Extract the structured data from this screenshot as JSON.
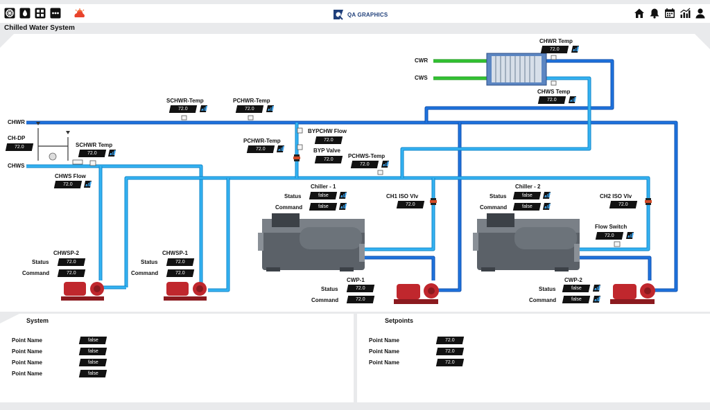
{
  "header": {
    "logo_text": "QA GRAPHICS",
    "left_icons": [
      "wheel-icon",
      "water-drop-icon",
      "grid-icon",
      "more-icon",
      "cloud-sun-icon"
    ],
    "right_icons": [
      "home-icon",
      "bell-icon",
      "calendar-icon",
      "chart-icon",
      "user-icon"
    ]
  },
  "page_title": "Chilled Water System",
  "colors": {
    "pipe_blue": "#1e6fd9",
    "pipe_cyan": "#29a8f0",
    "pipe_green": "#2dbb2d",
    "pump_red": "#c0272d"
  },
  "headers": {
    "chwr": "CHWR",
    "chws": "CHWS",
    "cwr": "CWR",
    "cws": "CWS"
  },
  "points": {
    "chdp": {
      "label": "CH-DP",
      "value": "72.0"
    },
    "schwr_temp_top": {
      "label": "SCHWR-Temp",
      "value": "72.0"
    },
    "pchwr_temp_top": {
      "label": "PCHWR-Temp",
      "value": "72.0"
    },
    "schwr_temp": {
      "label": "SCHWR Temp",
      "value": "72.0"
    },
    "pchwr_temp": {
      "label": "PCHWR-Temp",
      "value": "72.0"
    },
    "bypchw_flow": {
      "label": "BYPCHW Flow",
      "value": "72.0"
    },
    "byp_valve": {
      "label": "BYP Valve",
      "value": "72.0"
    },
    "pchws_temp": {
      "label": "PCHWS-Temp",
      "value": "72.0"
    },
    "chws_flow": {
      "label": "CHWS Flow",
      "value": "72.0"
    },
    "chwr_temp_hx": {
      "label": "CHWR Temp",
      "value": "72.0"
    },
    "chws_temp_hx": {
      "label": "CHWS Temp",
      "value": "72.0"
    },
    "ch1_iso": {
      "label": "CH1 ISO Vlv",
      "value": "72.0"
    },
    "ch2_iso": {
      "label": "CH2 ISO Vlv",
      "value": "72.0"
    },
    "flow_switch": {
      "label": "Flow Switch",
      "value": "72.0"
    }
  },
  "chiller1": {
    "name": "Chiller - 1",
    "status_label": "Status",
    "status": "false",
    "command_label": "Command",
    "command": "false"
  },
  "chiller2": {
    "name": "Chiller - 2",
    "status_label": "Status",
    "status": "false",
    "command_label": "Command",
    "command": "false"
  },
  "chwsp2": {
    "name": "CHWSP-2",
    "status_label": "Status",
    "status": "72.0",
    "command_label": "Command",
    "command": "72.0"
  },
  "chwsp1": {
    "name": "CHWSP-1",
    "status_label": "Status",
    "status": "72.0",
    "command_label": "Command",
    "command": "72.0"
  },
  "cwp1": {
    "name": "CWP-1",
    "status_label": "Status",
    "status": "72.0",
    "command_label": "Command",
    "command": "72.0"
  },
  "cwp2": {
    "name": "CWP-2",
    "status_label": "Status",
    "status": "false",
    "command_label": "Command",
    "command": "false"
  },
  "system_panel": {
    "title": "System",
    "rows": [
      {
        "label": "Point Name",
        "value": "false"
      },
      {
        "label": "Point Name",
        "value": "false"
      },
      {
        "label": "Point Name",
        "value": "false"
      },
      {
        "label": "Point Name",
        "value": "false"
      }
    ]
  },
  "setpoints_panel": {
    "title": "Setpoints",
    "rows": [
      {
        "label": "Point Name",
        "value": "72.0"
      },
      {
        "label": "Point Name",
        "value": "72.0"
      },
      {
        "label": "Point Name",
        "value": "72.0"
      }
    ]
  }
}
